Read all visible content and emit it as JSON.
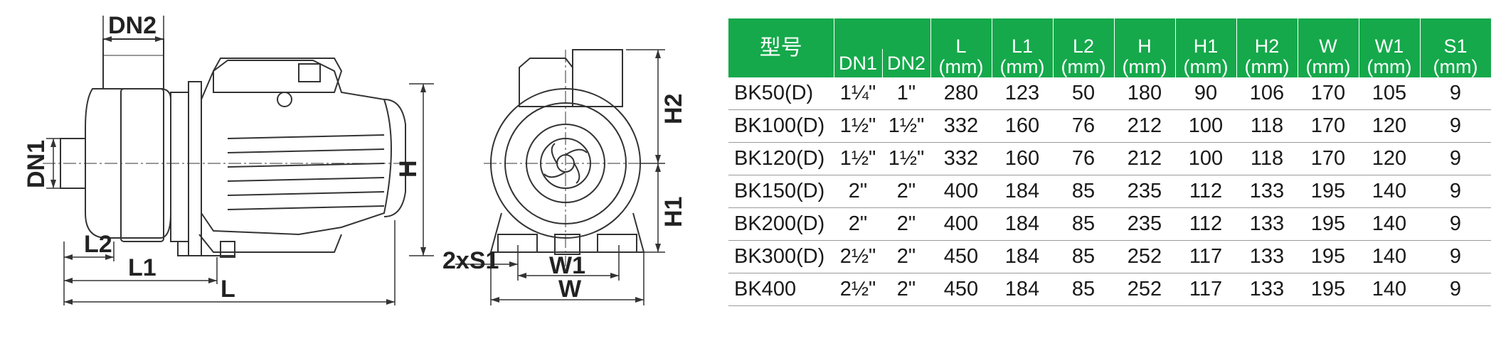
{
  "drawing_labels": {
    "dn2": "DN2",
    "dn1": "DN1",
    "l2": "L2",
    "l1": "L1",
    "l": "L",
    "h": "H",
    "h2": "H2",
    "h1": "H1",
    "s1": "2xS1",
    "w1": "W1",
    "w": "W"
  },
  "table": {
    "model_header": "型号",
    "header_groups": [
      {
        "key": "L",
        "label": "L",
        "unit": "(mm)"
      },
      {
        "key": "L1",
        "label": "L1",
        "unit": "(mm)"
      },
      {
        "key": "L2",
        "label": "L2",
        "unit": "(mm)"
      },
      {
        "key": "H",
        "label": "H",
        "unit": "(mm)"
      },
      {
        "key": "H1",
        "label": "H1",
        "unit": "(mm)"
      },
      {
        "key": "H2",
        "label": "H2",
        "unit": "(mm)"
      },
      {
        "key": "W",
        "label": "W",
        "unit": "(mm)"
      },
      {
        "key": "W1",
        "label": "W1",
        "unit": "(mm)"
      },
      {
        "key": "S1",
        "label": "S1",
        "unit": "(mm)"
      }
    ],
    "dn1_header": "DN1",
    "dn2_header": "DN2",
    "rows": [
      [
        "BK50(D)",
        "1¼\"",
        "1\"",
        "280",
        "123",
        "50",
        "180",
        "90",
        "106",
        "170",
        "105",
        "9"
      ],
      [
        "BK100(D)",
        "1½\"",
        "1½\"",
        "332",
        "160",
        "76",
        "212",
        "100",
        "118",
        "170",
        "120",
        "9"
      ],
      [
        "BK120(D)",
        "1½\"",
        "1½\"",
        "332",
        "160",
        "76",
        "212",
        "100",
        "118",
        "170",
        "120",
        "9"
      ],
      [
        "BK150(D)",
        "2\"",
        "2\"",
        "400",
        "184",
        "85",
        "235",
        "112",
        "133",
        "195",
        "140",
        "9"
      ],
      [
        "BK200(D)",
        "2\"",
        "2\"",
        "400",
        "184",
        "85",
        "235",
        "112",
        "133",
        "195",
        "140",
        "9"
      ],
      [
        "BK300(D)",
        "2½\"",
        "2\"",
        "450",
        "184",
        "85",
        "252",
        "117",
        "133",
        "195",
        "140",
        "9"
      ],
      [
        "BK400",
        "2½\"",
        "2\"",
        "450",
        "184",
        "85",
        "252",
        "117",
        "133",
        "195",
        "140",
        "9"
      ]
    ]
  }
}
